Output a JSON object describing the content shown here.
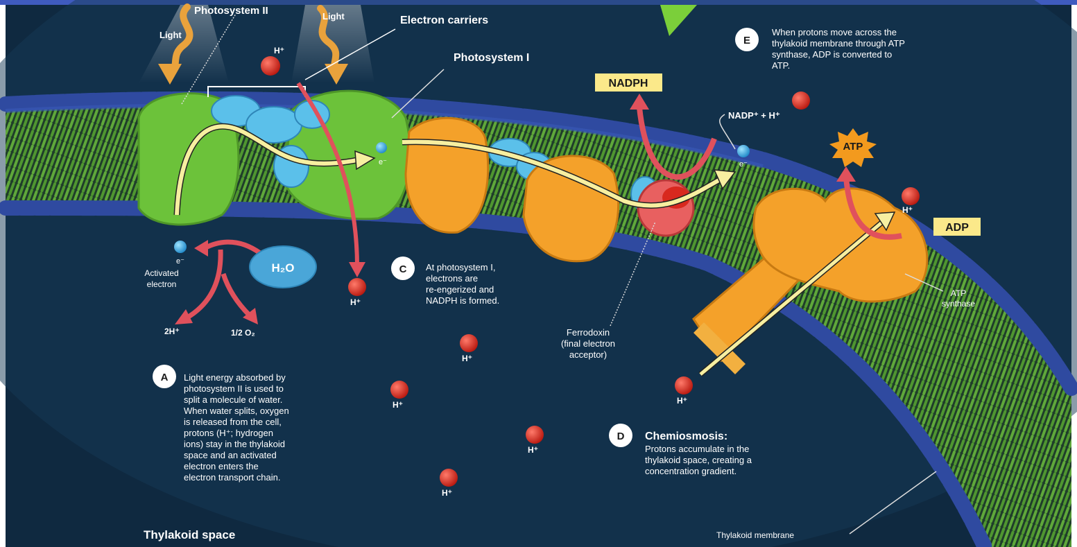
{
  "labels": {
    "photosystem_ii": "Photosystem II",
    "light_1": "Light",
    "light_2": "Light",
    "electron_carriers": "Electron carriers",
    "photosystem_i": "Photosystem I",
    "nadph": "NADPH",
    "nadp_plus": "NADP⁺ +  H⁺",
    "atp": "ATP",
    "adp": "ADP",
    "atp_synthase_1": "ATP",
    "atp_synthase_2": "synthase",
    "electron": "e⁻",
    "proton": "H⁺",
    "activated_1": "Activated",
    "activated_2": "electron",
    "water": "H₂O",
    "two_h": "2H⁺",
    "half_o2": "1/2 O₂",
    "ferrodoxin_1": "Ferrodoxin",
    "ferrodoxin_2": "(final electron",
    "ferrodoxin_3": "acceptor)",
    "thylakoid_space": "Thylakoid space",
    "thylakoid_membrane": "Thylakoid membrane"
  },
  "steps": {
    "a": {
      "letter": "A",
      "lines": [
        "Light energy absorbed by",
        "photosystem II is used to",
        "split a molecule of water.",
        "When water splits, oxygen",
        "is released from the cell,",
        "protons (H⁺; hydrogen",
        "ions) stay in the thylakoid",
        "space and an activated",
        "electron enters the",
        "electron transport chain."
      ]
    },
    "c": {
      "letter": "C",
      "lines": [
        "At photosystem I,",
        "electrons are",
        "re-engerized and",
        "NADPH is formed."
      ]
    },
    "d": {
      "letter": "D",
      "title": "Chemiosmosis:",
      "lines": [
        "Protons accumulate in the",
        "thylakoid space, creating a",
        "concentration gradient."
      ]
    },
    "e": {
      "letter": "E",
      "lines": [
        "When protons move across the",
        "thylakoid membrane through ATP",
        "synthase, ADP is converted to",
        "ATP."
      ]
    }
  },
  "colors": {
    "background": "#0f2940",
    "membrane_head": "#2f4aa0",
    "lipid_tail": "#5fa83a",
    "photosystem": "#6cc23a",
    "carrier": "#5bc0ea",
    "complex": "#f4a12a",
    "proton": "#d8281e",
    "arrow_red": "#e0515c",
    "arrow_yellow": "#f7efa0",
    "light": "#e9a23c",
    "label_box": "#fbe98a",
    "top_bar": "#3f5bbf"
  }
}
